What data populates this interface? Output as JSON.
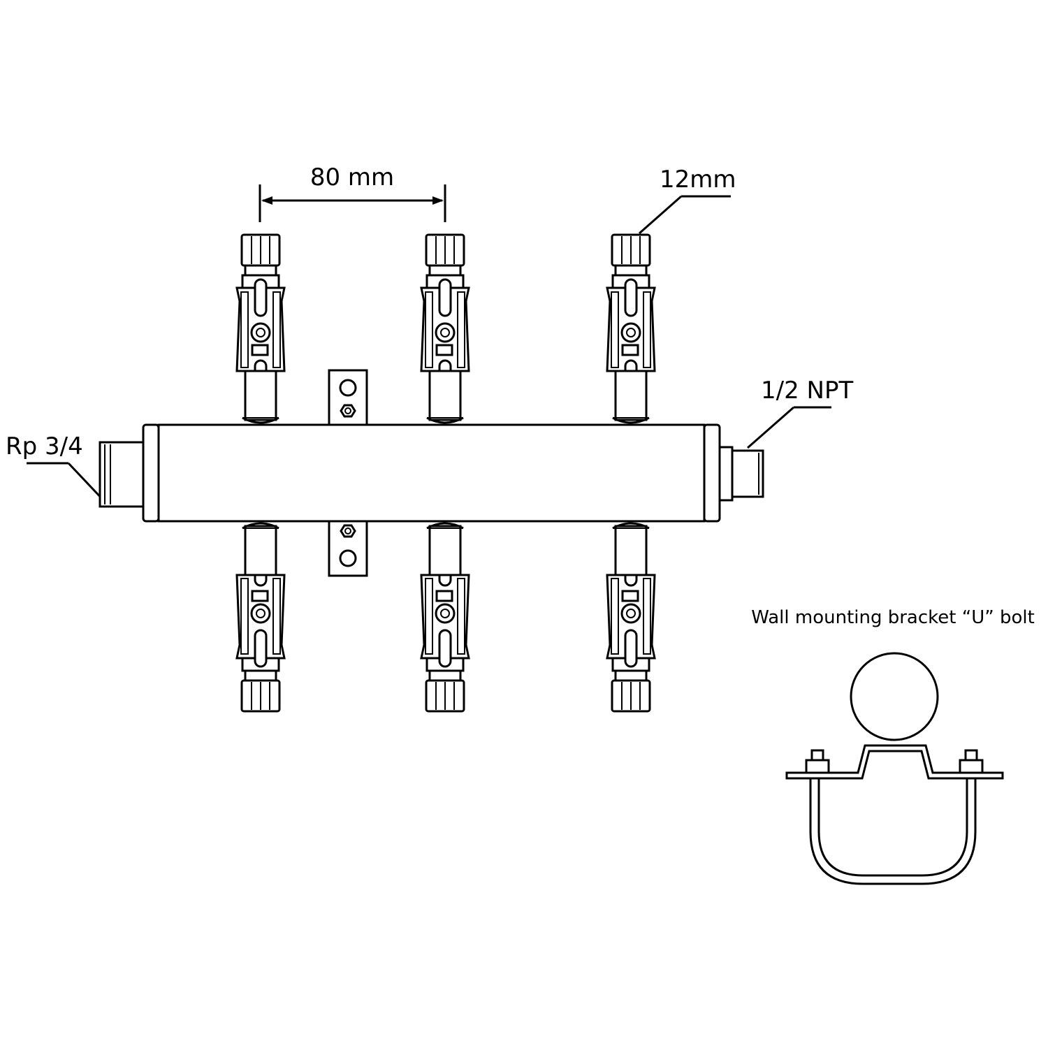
{
  "labels": {
    "spacing": "80 mm",
    "tube_size": "12mm",
    "outlet_thread": "1/2 NPT",
    "inlet_thread": "Rp 3/4",
    "bracket_caption": "Wall mounting bracket “U” bolt"
  },
  "manifold": {
    "valves_top": 3,
    "valves_bottom": 3
  }
}
